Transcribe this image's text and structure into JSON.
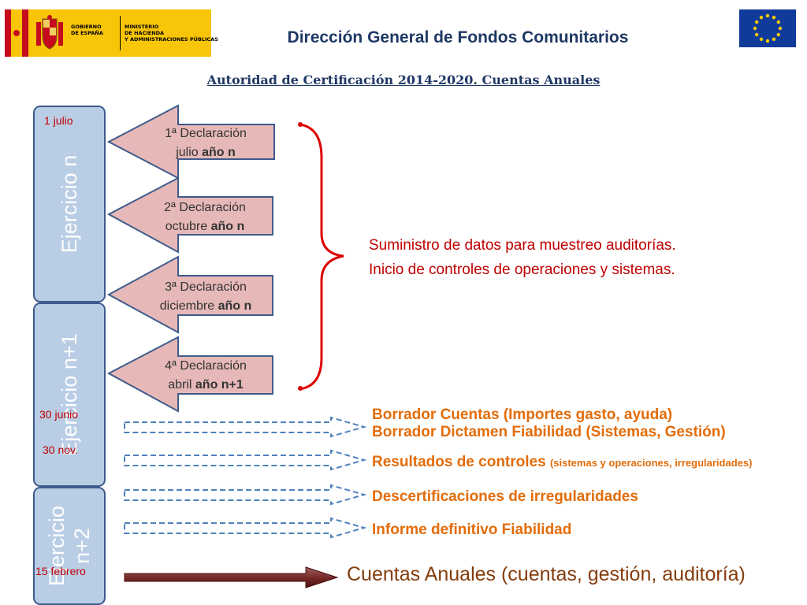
{
  "header": {
    "gov_line1": "GOBIERNO\nDE ESPAÑA",
    "gov_line2": "MINISTERIO\nDE HACIENDA\nY ADMINISTRACIONES PÚBLICAS",
    "title": "Dirección General de Fondos Comunitarios",
    "subtitle": "Autoridad de Certificación 2014-2020. Cuentas Anuales"
  },
  "periods": [
    {
      "label": "Ejercicio  n"
    },
    {
      "label": "Ejercicio  n+1"
    },
    {
      "label": "Ejercicio\nn+2"
    }
  ],
  "dates": [
    "1 julio",
    "30 junio",
    "30 nov.",
    "15 febrero"
  ],
  "declarations": [
    {
      "line1": "1ª Declaración",
      "line2": "julio",
      "line2_bold": "año n"
    },
    {
      "line1": "2ª Declaración",
      "line2": "octubre",
      "line2_bold": "año n"
    },
    {
      "line1": "3ª Declaración",
      "line2": "diciembre",
      "line2_bold": "año n"
    },
    {
      "line1": "4ª Declaración",
      "line2": "abril",
      "line2_bold": "año n+1"
    }
  ],
  "brace_text": {
    "line1": "Suministro de datos para muestreo auditorías.",
    "line2": "Inicio de controles de operaciones y sistemas."
  },
  "outputs": {
    "borrador1": "Borrador Cuentas (Importes gasto, ayuda)",
    "borrador2": "Borrador Dictamen Fiabilidad (Sistemas, Gestión)",
    "resultados": "Resultados de controles",
    "resultados_small": "(sistemas y operaciones, irregularidades)",
    "descert": "Descertificaciones de irregularidades",
    "informe": "Informe definitivo Fiabilidad"
  },
  "final_label": "Cuentas Anuales (cuentas, gestión, auditoría)",
  "colors": {
    "title_blue": "#1f3864",
    "pill_fill": "#b9cde5",
    "arrow_fill": "#e6b9b8",
    "red": "#c00000",
    "orange": "#e36c09",
    "brown": "#843c0c"
  }
}
